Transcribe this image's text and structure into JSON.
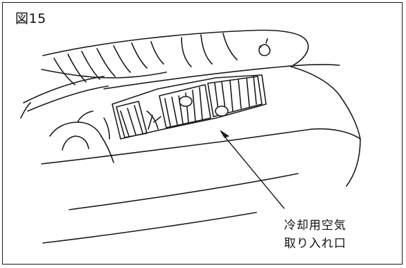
{
  "figure": {
    "label": "図15"
  },
  "callout": {
    "line1": "冷却用空気",
    "line2": "取り入れ口"
  },
  "colors": {
    "ink": "#1a1a1a",
    "paper": "#ffffff"
  }
}
